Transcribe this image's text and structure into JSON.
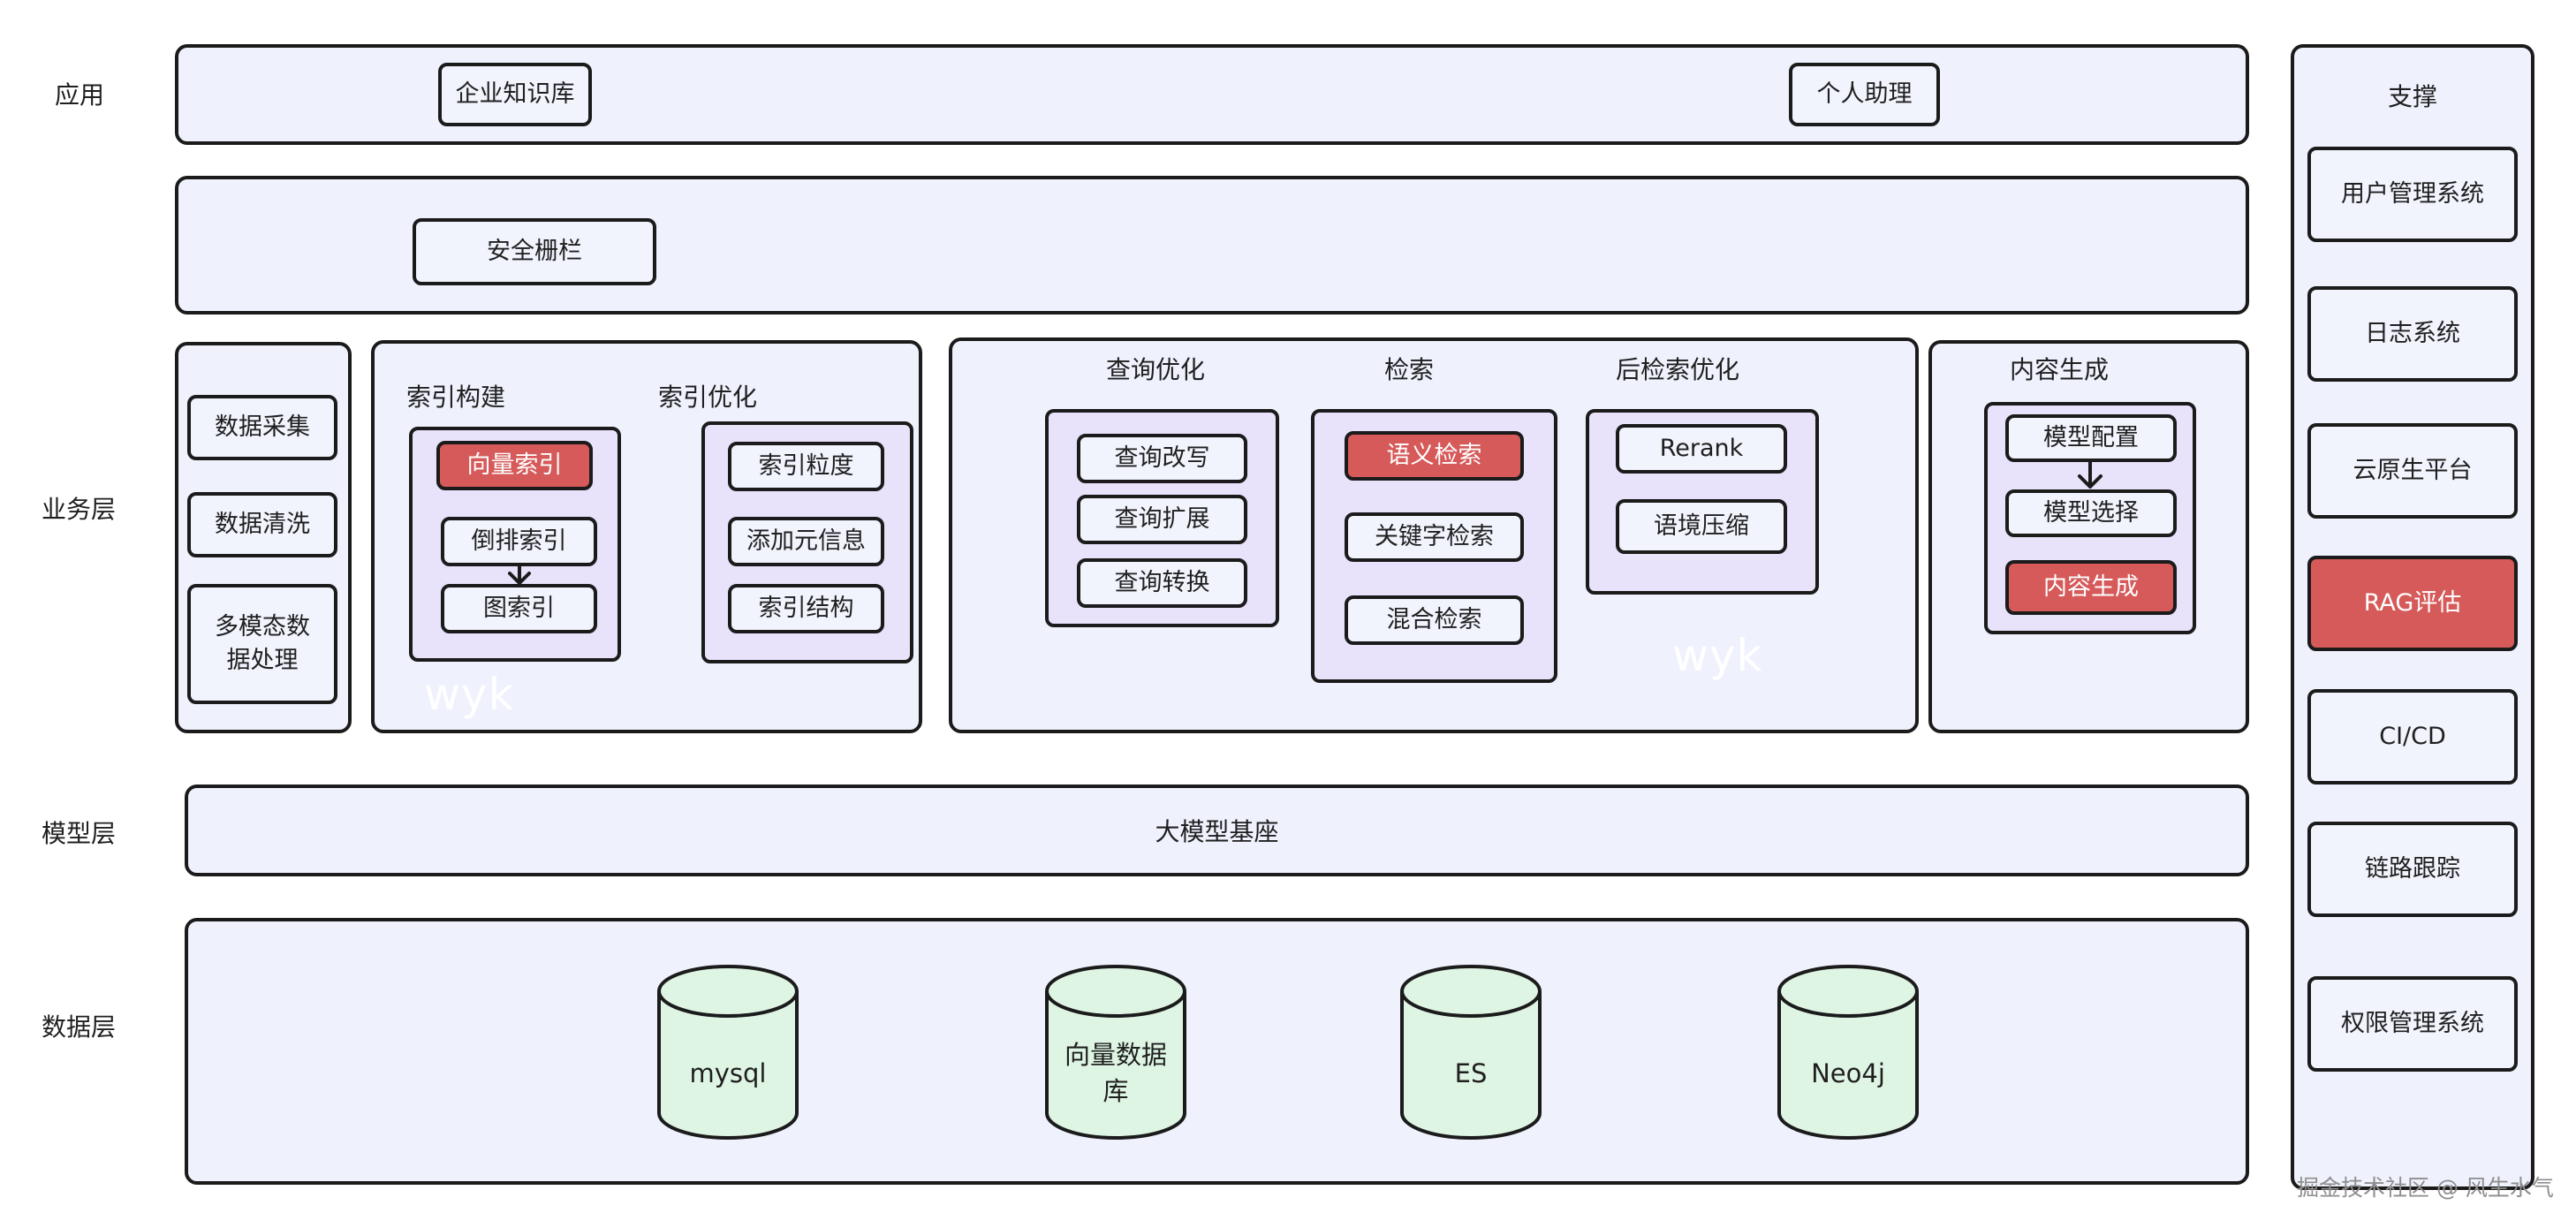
{
  "rows": {
    "app": "应用",
    "business": "业务层",
    "model": "模型层",
    "data": "数据层"
  },
  "app_layer": {
    "enterprise_kb": "企业知识库",
    "personal_assistant": "个人助理"
  },
  "security": {
    "guardrail": "安全栅栏"
  },
  "data_processing": {
    "collect": "数据采集",
    "clean": "数据清洗",
    "multimodal": "多模态数据处理"
  },
  "index": {
    "build_title": "索引构建",
    "vector_index": "向量索引",
    "inverted_index": "倒排索引",
    "graph_index": "图索引",
    "opt_title": "索引优化",
    "granularity": "索引粒度",
    "metadata": "添加元信息",
    "structure": "索引结构",
    "watermark": "wyk"
  },
  "retrieval": {
    "query_opt_title": "查询优化",
    "rewrite": "查询改写",
    "expand": "查询扩展",
    "transform": "查询转换",
    "search_title": "检索",
    "semantic": "语义检索",
    "keyword": "关键字检索",
    "hybrid": "混合检索",
    "post_title": "后检索优化",
    "rerank": "Rerank",
    "compress": "语境压缩",
    "watermark": "wyk"
  },
  "generation": {
    "title": "内容生成",
    "model_config": "模型配置",
    "model_select": "模型选择",
    "content_gen": "内容生成"
  },
  "model_layer": {
    "base": "大模型基座"
  },
  "data_layer": {
    "stores": [
      "mysql",
      "向量数据库",
      "ES",
      "Neo4j"
    ]
  },
  "support": {
    "title": "支撑",
    "items": [
      "用户管理系统",
      "日志系统",
      "云原生平台",
      "RAG评估",
      "CI/CD",
      "链路跟踪",
      "权限管理系统"
    ]
  },
  "credit": "掘金技术社区 @ 风生水气",
  "colors": {
    "panel": "#eff2fd",
    "sub_panel": "#e8e2fb",
    "highlight": "#d65a5a",
    "database": "#dff5e4",
    "border": "#1b1b1b"
  }
}
